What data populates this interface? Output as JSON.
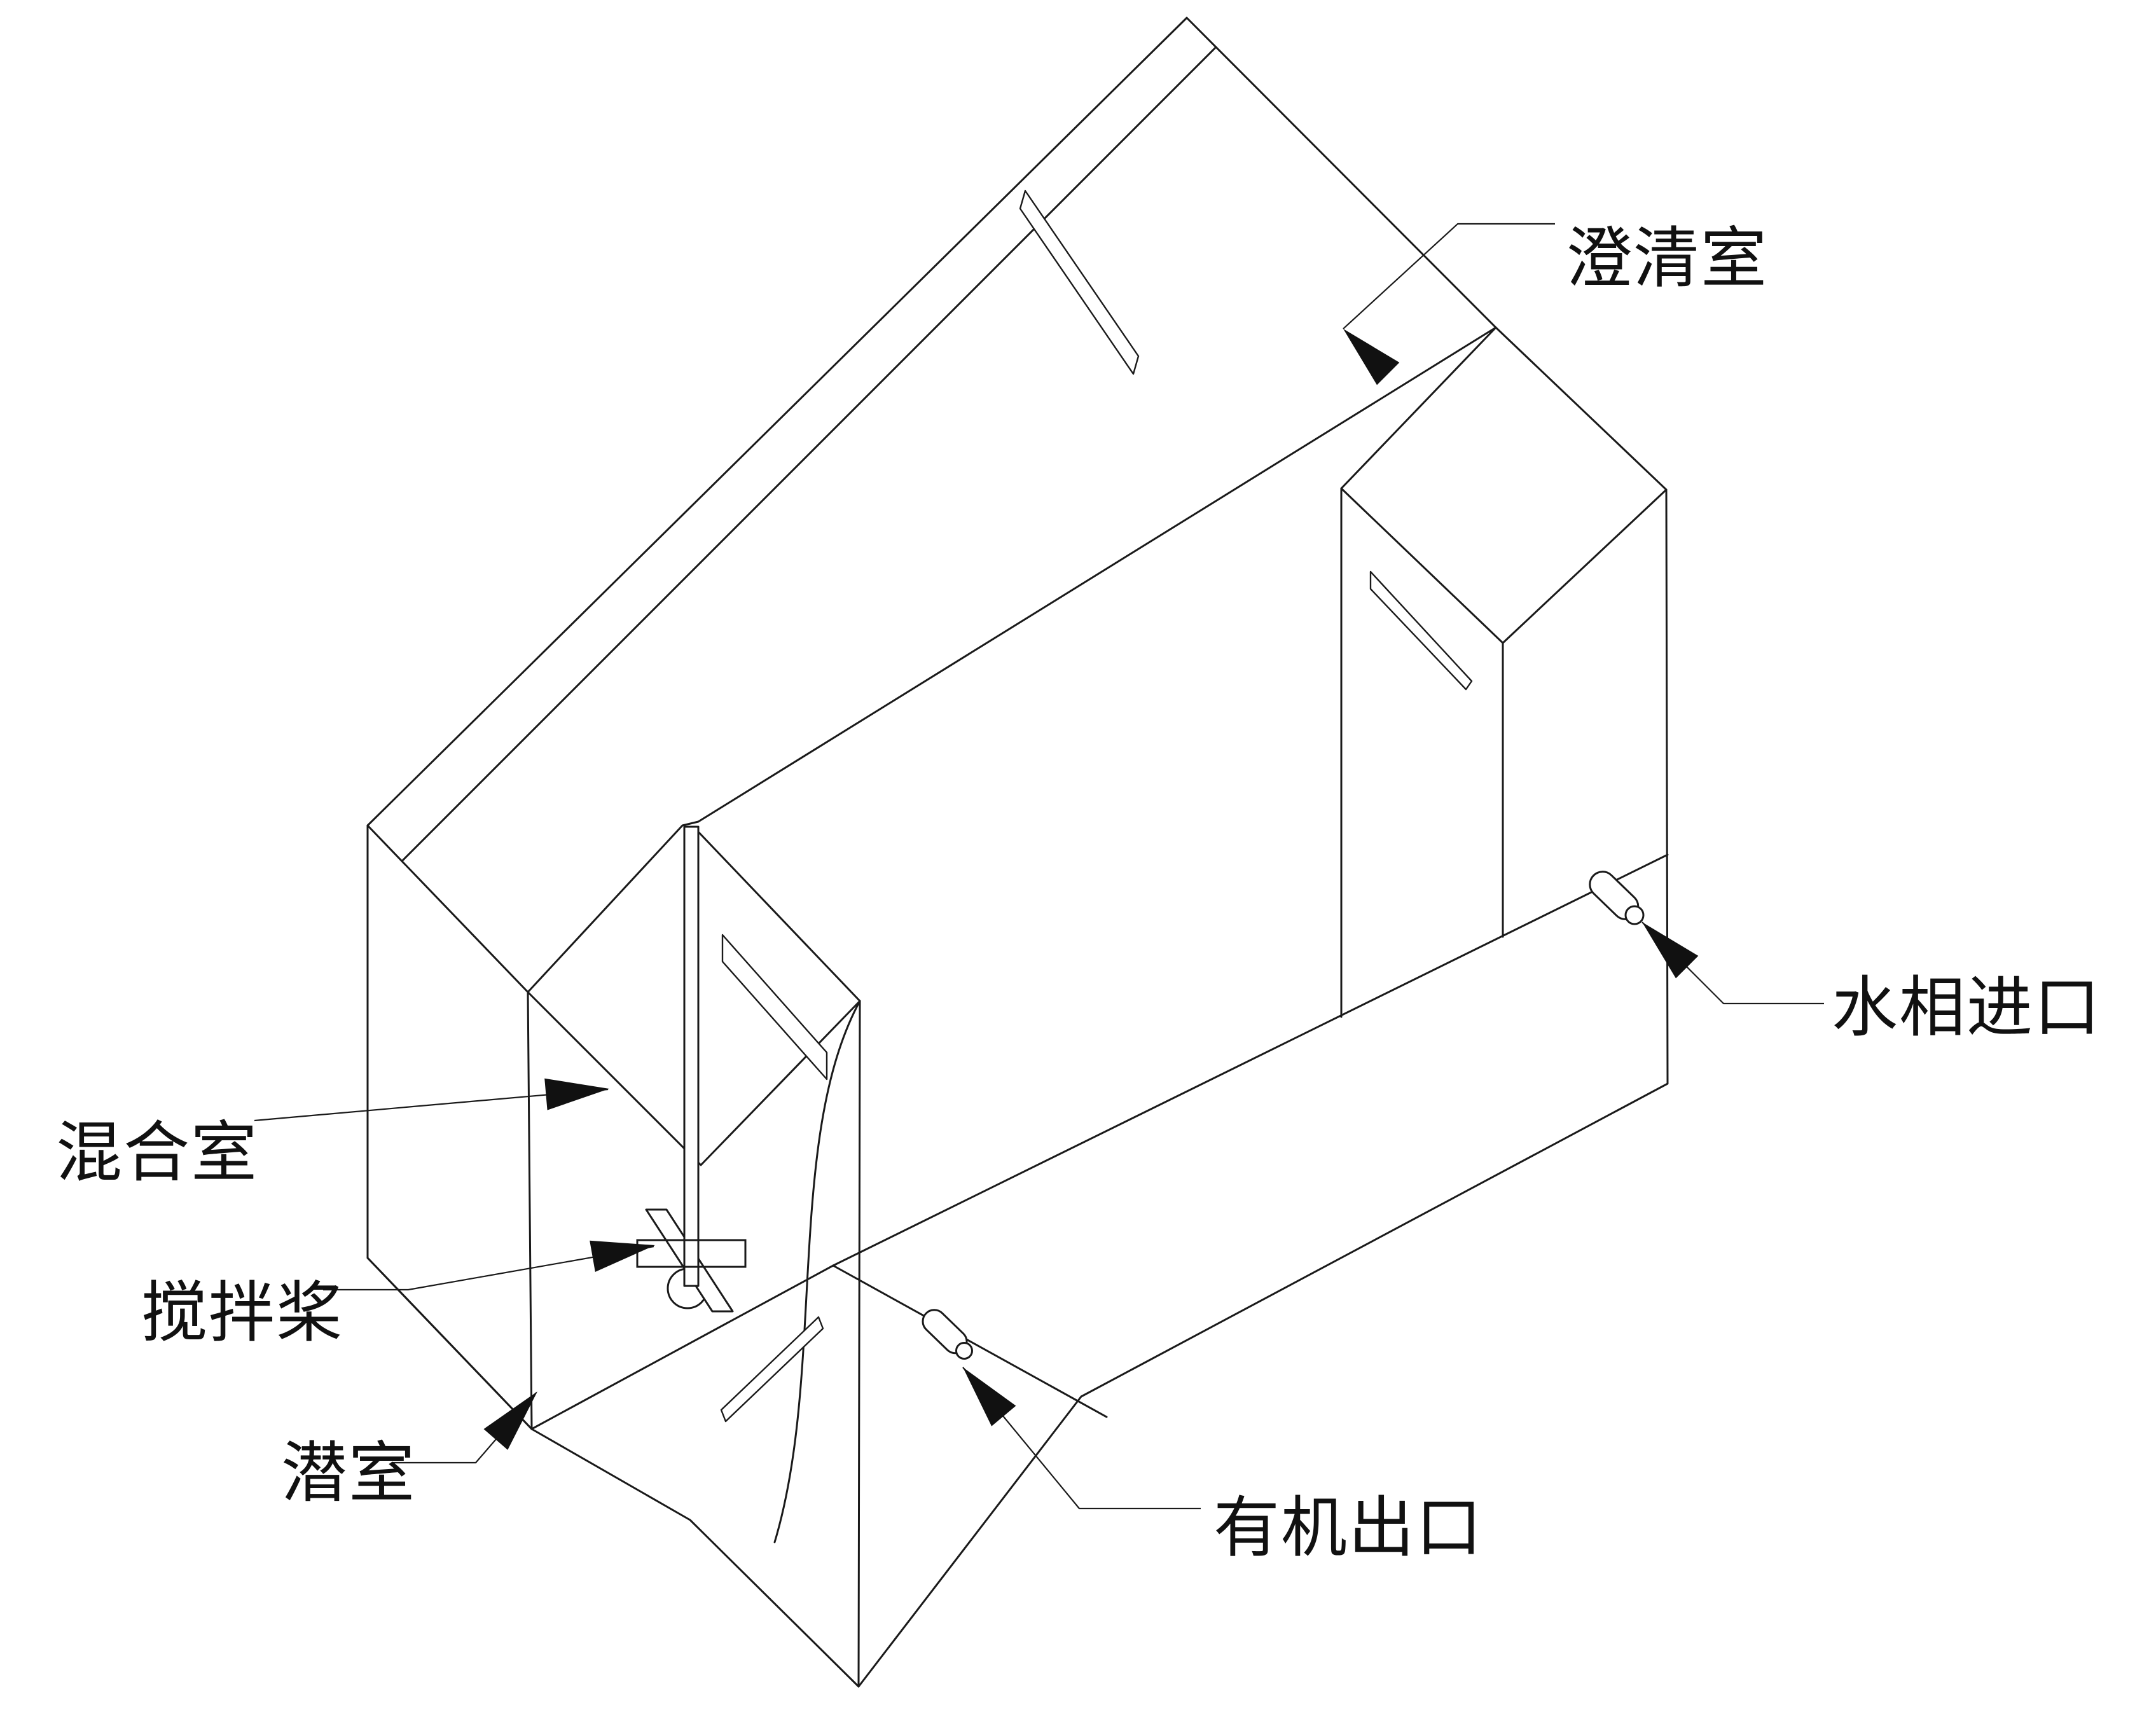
{
  "diagram": {
    "title_hint": "mixer-settler isometric line drawing",
    "labels": {
      "clarifier": "澄清室",
      "aqueous_inlet": "水相进口",
      "mixer": "混合室",
      "impeller": "搅拌桨",
      "sump": "潜室",
      "organic_outlet": "有机出口"
    },
    "colors": {
      "line": "#1a1a1a",
      "background": "#ffffff",
      "arrow_fill": "#111111"
    }
  }
}
